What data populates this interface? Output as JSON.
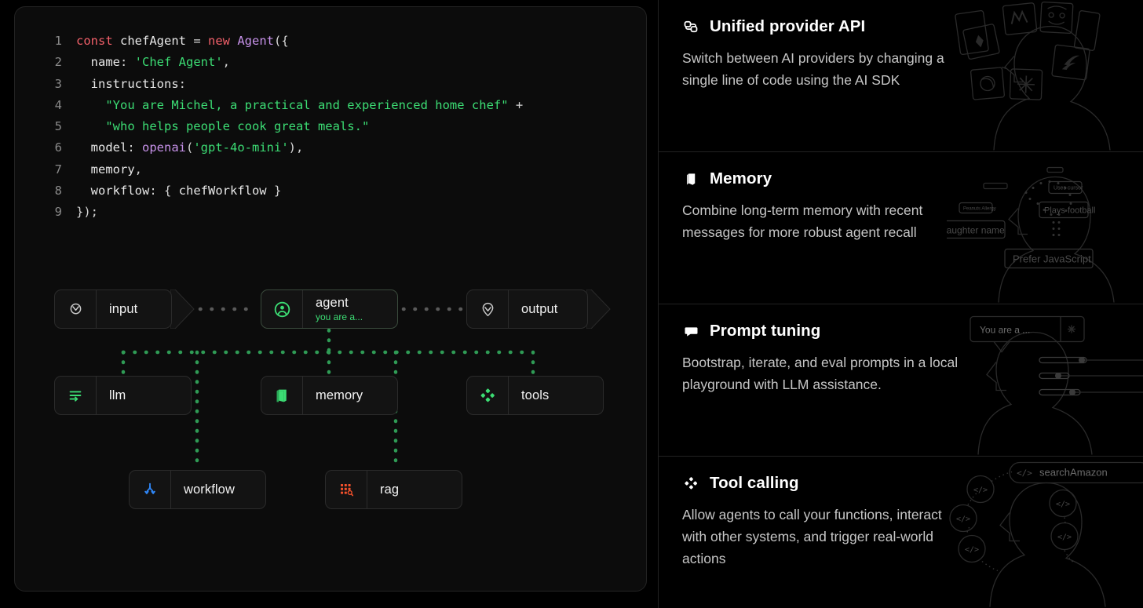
{
  "code": {
    "language": "typescript",
    "lines": [
      {
        "n": "1",
        "tokens": [
          {
            "t": "const ",
            "c": "kw"
          },
          {
            "t": "chefAgent ",
            "c": "plain"
          },
          {
            "t": "= ",
            "c": "punc"
          },
          {
            "t": "new ",
            "c": "kw"
          },
          {
            "t": "Agent",
            "c": "fn"
          },
          {
            "t": "({",
            "c": "punc"
          }
        ]
      },
      {
        "n": "2",
        "tokens": [
          {
            "t": "  name",
            "c": "plain"
          },
          {
            "t": ": ",
            "c": "punc"
          },
          {
            "t": "'Chef Agent'",
            "c": "str"
          },
          {
            "t": ",",
            "c": "punc"
          }
        ]
      },
      {
        "n": "3",
        "tokens": [
          {
            "t": "  instructions",
            "c": "plain"
          },
          {
            "t": ":",
            "c": "punc"
          }
        ]
      },
      {
        "n": "4",
        "tokens": [
          {
            "t": "    ",
            "c": "plain"
          },
          {
            "t": "\"You are Michel, a practical and experienced home chef\"",
            "c": "str"
          },
          {
            "t": " +",
            "c": "punc"
          }
        ]
      },
      {
        "n": "5",
        "tokens": [
          {
            "t": "    ",
            "c": "plain"
          },
          {
            "t": "\"who helps people cook great meals.\"",
            "c": "str"
          }
        ]
      },
      {
        "n": "6",
        "tokens": [
          {
            "t": "  model",
            "c": "plain"
          },
          {
            "t": ": ",
            "c": "punc"
          },
          {
            "t": "openai",
            "c": "fn"
          },
          {
            "t": "(",
            "c": "punc"
          },
          {
            "t": "'gpt-4o-mini'",
            "c": "str"
          },
          {
            "t": "),",
            "c": "punc"
          }
        ]
      },
      {
        "n": "7",
        "tokens": [
          {
            "t": "  memory",
            "c": "plain"
          },
          {
            "t": ",",
            "c": "punc"
          }
        ]
      },
      {
        "n": "8",
        "tokens": [
          {
            "t": "  workflow",
            "c": "plain"
          },
          {
            "t": ": { ",
            "c": "punc"
          },
          {
            "t": "chefWorkflow",
            "c": "plain"
          },
          {
            "t": " }",
            "c": "punc"
          }
        ]
      },
      {
        "n": "9",
        "tokens": [
          {
            "t": "});",
            "c": "punc"
          }
        ]
      }
    ]
  },
  "flow": {
    "nodes": {
      "input": {
        "label": "input",
        "icon": "target-arrow-icon"
      },
      "agent": {
        "label": "agent",
        "sublabel": "you are a...",
        "icon": "user-circle-icon"
      },
      "output": {
        "label": "output",
        "icon": "output-pin-icon"
      },
      "llm": {
        "label": "llm",
        "icon": "llm-lines-icon"
      },
      "memory": {
        "label": "memory",
        "icon": "book-icon"
      },
      "tools": {
        "label": "tools",
        "icon": "tools-diamond-icon"
      },
      "workflow": {
        "label": "workflow",
        "icon": "workflow-branch-icon"
      },
      "rag": {
        "label": "rag",
        "icon": "rag-grid-search-icon"
      }
    },
    "colors": {
      "accent_green": "#3cdd74",
      "connector_green": "#2f9b55",
      "connector_gray": "#5a5a5a",
      "workflow_blue": "#2f86f6",
      "rag_orange": "#f4512c"
    }
  },
  "features": [
    {
      "icon": "link-swap-icon",
      "title": "Unified provider API",
      "desc": "Switch between AI providers by changing a single line of code using the AI SDK",
      "art": "head-with-provider-logo-cards"
    },
    {
      "icon": "book-icon",
      "title": "Memory",
      "desc": "Combine long-term memory with recent messages for more robust agent recall",
      "art": "head-with-memory-chips",
      "art_chips": [
        "Peanuts Allergy",
        "Uses cursor",
        "Plays football",
        "Daughter name",
        "Prefer JavaScript"
      ]
    },
    {
      "icon": "speech-bubble-icon",
      "title": "Prompt tuning",
      "desc": "Bootstrap, iterate, and eval prompts in a local playground with LLM assistance.",
      "art": "head-with-prompt-bubble-and-sliders",
      "art_prompt": "You are a ..."
    },
    {
      "icon": "tools-diamond-icon",
      "title": "Tool calling",
      "desc": "Allow agents to call your functions, interact with other systems, and trigger real-world actions",
      "art": "head-with-code-bubbles",
      "art_tool": "searchAmazon"
    }
  ]
}
